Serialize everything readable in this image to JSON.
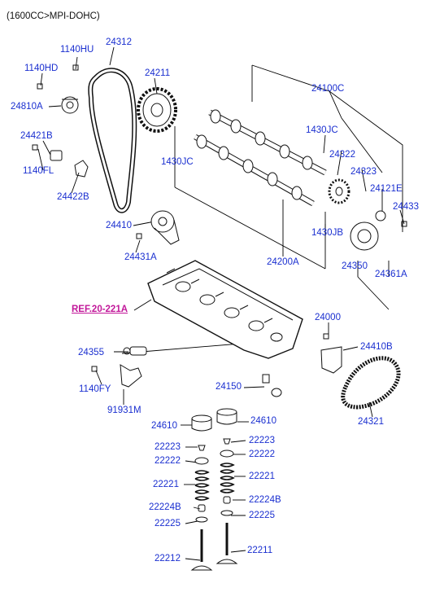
{
  "header": "(1600CC>MPI-DOHC)",
  "ref_label": "REF.20-221A",
  "labels": {
    "p1140HU": "1140HU",
    "p24312": "24312",
    "p1140HD": "1140HD",
    "p24211": "24211",
    "p24810A": "24810A",
    "p24100C": "24100C",
    "p24421B": "24421B",
    "p1430JC_r": "1430JC",
    "p1140FL": "1140FL",
    "p24322": "24322",
    "p1430JC_l": "1430JC",
    "p24323": "24323",
    "p24422B": "24422B",
    "p24121E": "24121E",
    "p24433": "24433",
    "p24410": "24410",
    "p1430JB": "1430JB",
    "p24431A": "24431A",
    "p24200A": "24200A",
    "p24350": "24350",
    "p24361A": "24361A",
    "p24000": "24000",
    "p24355": "24355",
    "p24410B": "24410B",
    "p1140FY": "1140FY",
    "p24150": "24150",
    "p91931M": "91931M",
    "p24321": "24321",
    "p24610_l": "24610",
    "p24610_r": "24610",
    "p22223_l": "22223",
    "p22223_r": "22223",
    "p22222_l": "22222",
    "p22222_r": "22222",
    "p22221_l": "22221",
    "p22221_r": "22221",
    "p22224B_l": "22224B",
    "p22224B_r": "22224B",
    "p22225_l": "22225",
    "p22225_r": "22225",
    "p22212": "22212",
    "p22211": "22211"
  }
}
